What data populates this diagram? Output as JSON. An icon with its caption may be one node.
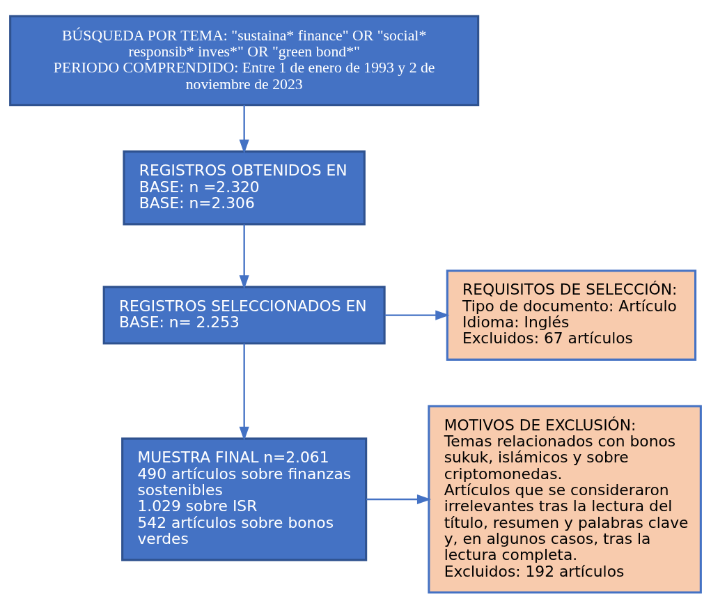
{
  "diagram": {
    "nodes": [
      {
        "text": [
          "BÚSQUEDA POR TEMA: \"sustaina* finance\" OR \"social* responsib* inves*\" OR \"green bond*\"",
          "PERIODO COMPRENDIDO: Entre 1 de enero de 1993 y 2 de noviembre de 2023"
        ]
      },
      {
        "text": [
          "REGISTROS OBTENIDOS EN",
          "BASE: n =2.320",
          "BASE: n=2.306"
        ]
      },
      {
        "text": [
          "REGISTROS SELECCIONADOS EN BASE: n= 2.253"
        ]
      },
      {
        "text": [
          "REQUISITOS DE SELECCIÓN:",
          "Tipo de documento: Artículo",
          "Idioma: Inglés",
          "Excluidos: 67 artículos"
        ]
      },
      {
        "text": [
          "MUESTRA FINAL n=2.061",
          "490 artículos sobre finanzas sostenibles",
          "1.029 sobre ISR",
          "542 artículos sobre bonos verdes"
        ]
      },
      {
        "text": [
          "MOTIVOS DE EXCLUSIÓN:",
          "Temas relacionados con bonos sukuk, islámicos y sobre criptomonedas.",
          "Artículos que se consideraron irrelevantes tras la lectura del título, resumen y palabras clave y, en algunos casos, tras la lectura completa.",
          "Excluidos: 192 artículos"
        ]
      }
    ],
    "edges": [
      {
        "from": 0,
        "to": 1,
        "arrow": "to"
      },
      {
        "from": 1,
        "to": 2,
        "arrow": "to"
      },
      {
        "from": 2,
        "to": 3,
        "arrow": "to"
      },
      {
        "from": 2,
        "to": 4,
        "arrow": "to"
      },
      {
        "from": 4,
        "to": 5,
        "arrow": "to"
      }
    ]
  }
}
